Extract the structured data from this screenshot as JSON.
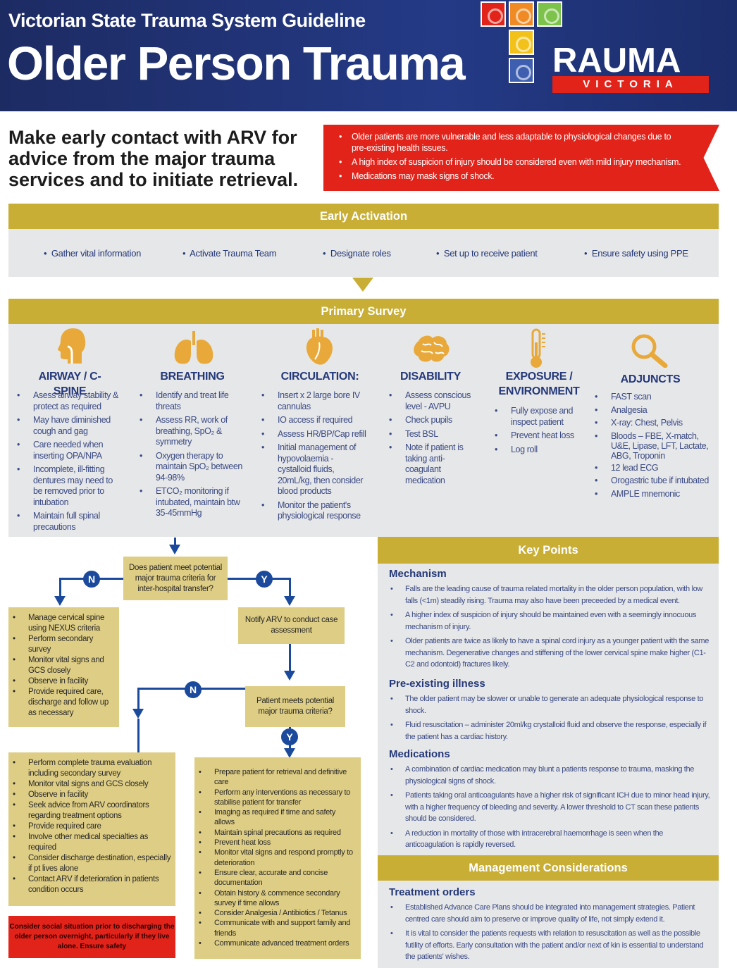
{
  "header": {
    "subtitle": "Victorian State Trauma System Guideline",
    "title": "Older Person Trauma",
    "logo_word": "RAUMA",
    "logo_sub": "VICTORIA"
  },
  "lead_text": "Make early contact with ARV for advice from the major trauma services and to initiate retrieval.",
  "warnings": [
    "Older patients are more vulnerable and less adaptable to physiological changes due to pre-existing health issues.",
    "A high index of suspicion of injury should be considered even with mild injury mechanism.",
    "Medications may mask signs of shock."
  ],
  "early_activation": {
    "title": "Early Activation",
    "items": [
      "Gather vital information",
      "Activate Trauma Team",
      "Designate roles",
      "Set up to receive patient",
      "Ensure safety using PPE"
    ]
  },
  "primary_survey": {
    "title": "Primary Survey",
    "airway": {
      "heading": "AIRWAY / C-SPINE",
      "icon": "head-airway-icon",
      "items": [
        "Asess airway stability & protect as required",
        "May have diminished cough and gag",
        "Care needed when inserting OPA/NPA",
        "Incomplete, ill-fitting dentures may need to be removed prior to intubation",
        "Maintain full spinal precautions"
      ]
    },
    "breathing": {
      "heading": "BREATHING",
      "icon": "lungs-icon",
      "items": [
        "Identify and treat life threats",
        "Assess RR, work of breathing, SpO₂ & symmetry",
        "Oxygen therapy to maintain SpO₂ between 94-98%",
        "ETCO₂ monitoring if intubated, maintain btw 35-45mmHg"
      ]
    },
    "circulation": {
      "heading": "CIRCULATION:",
      "icon": "heart-icon",
      "items": [
        "Insert x 2 large bore IV cannulas",
        "IO access if required",
        "Assess HR/BP/Cap refill",
        "Initial management of hypovolaemia - cystalloid fluids, 20mL/kg, then consider blood products",
        "Monitor the patient's physiological response"
      ]
    },
    "disability": {
      "heading": "DISABILITY",
      "icon": "brain-icon",
      "items": [
        "Assess conscious level - AVPU",
        "Check pupils",
        "Test BSL",
        "Note if patient is taking anti-coagulant medication"
      ]
    },
    "exposure": {
      "heading_1": "EXPOSURE /",
      "heading_2": "ENVIRONMENT",
      "icon": "thermometer-icon",
      "items": [
        "Fully expose and inspect patient",
        "Prevent heat loss",
        "Log roll"
      ]
    },
    "adjuncts": {
      "heading": "ADJUNCTS",
      "icon": "magnifier-icon",
      "items": [
        "FAST scan",
        "Analgesia",
        "X-ray: Chest, Pelvis",
        "Bloods – FBE, X-match, U&E, Lipase, LFT, Lactate, ABG, Troponin",
        "12 lead ECG",
        "Orogastric tube if intubated",
        "AMPLE mnemonic"
      ]
    }
  },
  "flow": {
    "q1": "Does patient meet potential major trauma criteria for inter-hospital transfer?",
    "no_label": "N",
    "yes_label": "Y",
    "left_box": [
      "Manage cervical spine using NEXUS criteria",
      "Perform secondary survey",
      "Monitor vital signs and GCS closely",
      "Observe in facility",
      "Provide required care, discharge and follow up as necessary"
    ],
    "notify": "Notify ARV to conduct case assessment",
    "q2": "Patient meets potential major trauma criteria?",
    "complete_box": [
      "Perform complete trauma evaluation including secondary survey",
      "Monitor vital signs and GCS closely",
      "Observe in facility",
      "Seek advice from ARV coordinators regarding treatment options",
      "Provide required care",
      "Involve other medical specialties as required",
      "Consider discharge destination, especially if pt lives alone",
      "Contact ARV if deterioration in patients condition occurs"
    ],
    "prepare_box": [
      "Prepare patient for retrieval and definitive care",
      "Perform any interventions as necessary to stabilise patient for transfer",
      "Imaging as required if time and safety allows",
      "Maintain spinal precautions as required",
      "Prevent heat loss",
      "Monitor vital signs and respond promptly to deterioration",
      "Ensure clear, accurate and concise documentation",
      "Obtain history & commence secondary survey if time allows",
      "Consider Analgesia / Antibiotics / Tetanus",
      "Communicate with and support family and friends",
      "Communicate advanced  treatment orders"
    ],
    "social": "Consider social situation prior to discharging the older person overnight, particularly if they live alone. Ensure safety"
  },
  "key_points": {
    "title": "Key Points",
    "mechanism": {
      "heading": "Mechanism",
      "items": [
        "Falls are the leading cause of trauma related mortality in the older person population, with low falls (<1m) steadily rising. Trauma may also have been preceeded by a medical event.",
        "A higher index of suspicion of injury should be maintained even with a seemingly innocuous mechanism of injury.",
        "Older patients are twice as likely to have a spinal cord injury as a younger patient with the same mechanism. Degenerative changes and stiffening of the lower cervical spine make higher (C1-C2 and odontoid) fractures likely."
      ]
    },
    "preexisting": {
      "heading": "Pre-existing illness",
      "items": [
        "The older patient may be slower or unable to generate an adequate physiological response to shock.",
        "Fluid resuscitation – administer 20ml/kg crystalloid fluid and observe the response, especially if the patient has a cardiac history."
      ]
    },
    "medications": {
      "heading": "Medications",
      "items": [
        "A combination of cardiac medication may blunt a patients response to trauma, masking the physiological signs of shock.",
        "Patients taking oral anticoagulants have a higher risk of significant ICH due to minor head injury, with a higher frequency of bleeding and severity. A lower threshold to CT scan these patients should be considered.",
        "A reduction in mortality of those with intracerebral haemorrhage is seen when the anticoagulation is rapidly reversed."
      ]
    },
    "management_title": "Management Considerations",
    "treatment": {
      "heading": "Treatment orders",
      "items": [
        "Established Advance Care Plans should be integrated into management strategies.  Patient centred care should aim to preserve or improve quality of life, not simply extend it.",
        "It is vital to consider the patients requests with relation to resuscitation as well as the possible futility of efforts. Early consultation with the patient and/or next of kin is essential to understand the patients' wishes."
      ]
    }
  }
}
